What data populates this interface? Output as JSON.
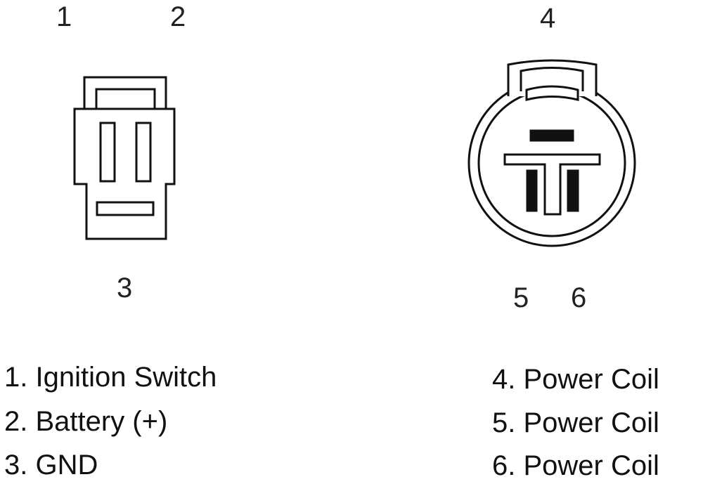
{
  "pin_numbers": {
    "p1": "1",
    "p2": "2",
    "p3": "3",
    "p4": "4",
    "p5": "5",
    "p6": "6"
  },
  "legend_left": [
    "1. Ignition Switch",
    "2. Battery (+)",
    "3. GND"
  ],
  "legend_right": [
    "4. Power Coil",
    "5. Power Coil",
    "6. Power Coil"
  ]
}
